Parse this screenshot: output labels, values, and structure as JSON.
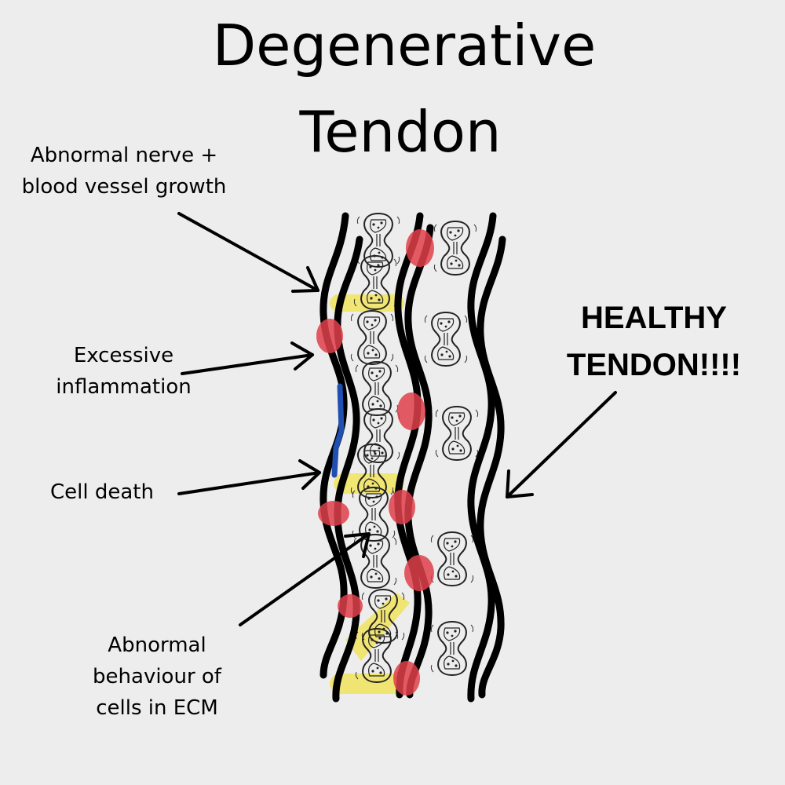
{
  "title": {
    "line1": "Degenerative",
    "line2": "Tendon"
  },
  "labels": {
    "nerve_line1": "Abnormal nerve +",
    "nerve_line2": "blood vessel growth",
    "inflammation_line1": "Excessive",
    "inflammation_line2": "inflammation",
    "cell_death": "Cell death",
    "ecm_line1": "Abnormal",
    "ecm_line2": "behaviour of",
    "ecm_line3": "cells in ECM"
  },
  "healthy": {
    "line1": "HEALTHY",
    "line2": "TENDON!!!!"
  },
  "colors": {
    "background": "#ededed",
    "fiber": "#000000",
    "inflammation": "#e0404a",
    "highlight": "#f2e24a",
    "vessel": "#1f4fb0"
  }
}
